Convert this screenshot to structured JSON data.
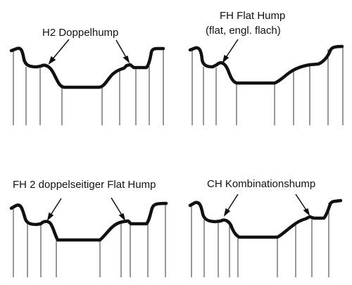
{
  "panels": [
    {
      "id": "h2",
      "label": "H2 Doppelhump"
    },
    {
      "id": "fh",
      "label_line1": "FH Flat Hump",
      "label_line2": "(flat, engl. flach)"
    },
    {
      "id": "fh2",
      "label": "FH 2 doppelseitiger Flat Hump"
    },
    {
      "id": "ch",
      "label": "CH Kombinationshump"
    }
  ],
  "colors": {
    "profile": "#111111",
    "section_lines": "#333333",
    "background": "#ffffff"
  }
}
